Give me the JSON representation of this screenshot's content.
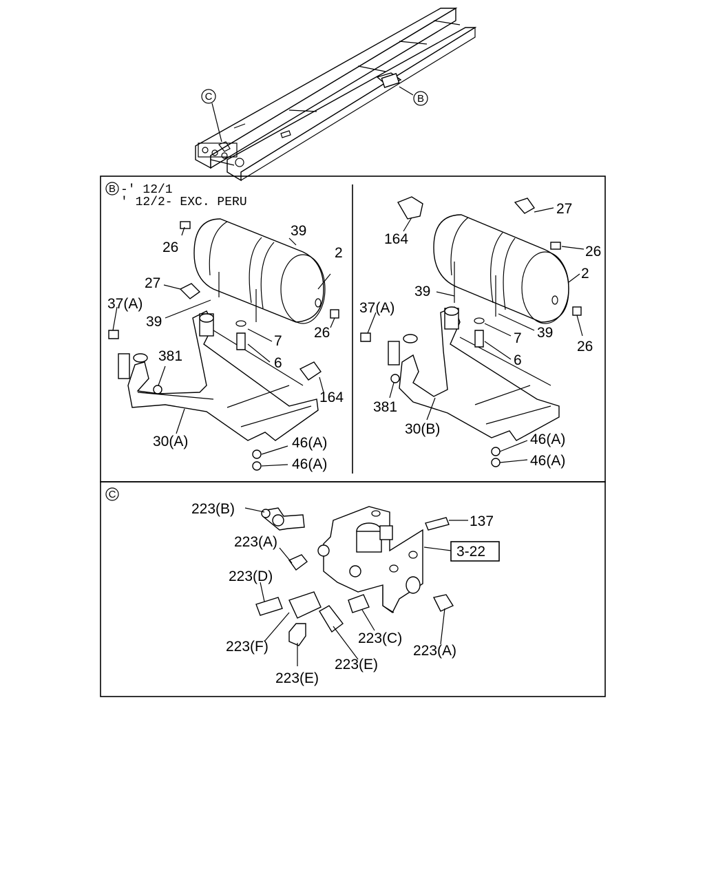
{
  "overview": {
    "callout_c": "C",
    "callout_b": "B"
  },
  "panel_b": {
    "header_letter": "B",
    "header_line1": "-' 12/1",
    "header_line2": "' 12/2- EXC. PERU",
    "left_labels": [
      "26",
      "39",
      "2",
      "27",
      "37(A)",
      "39",
      "7",
      "6",
      "381",
      "26",
      "164",
      "30(A)",
      "46(A)",
      "46(A)"
    ],
    "right_labels": [
      "164",
      "27",
      "26",
      "2",
      "39",
      "37(A)",
      "7",
      "39",
      "6",
      "26",
      "381",
      "30(B)",
      "46(A)",
      "46(A)"
    ]
  },
  "panel_c": {
    "header_letter": "C",
    "labels": [
      "223(B)",
      "137",
      "223(A)",
      "223(D)",
      "223(F)",
      "223(C)",
      "223(A)",
      "223(E)",
      "223(E)"
    ],
    "ref_box": "3-22"
  }
}
